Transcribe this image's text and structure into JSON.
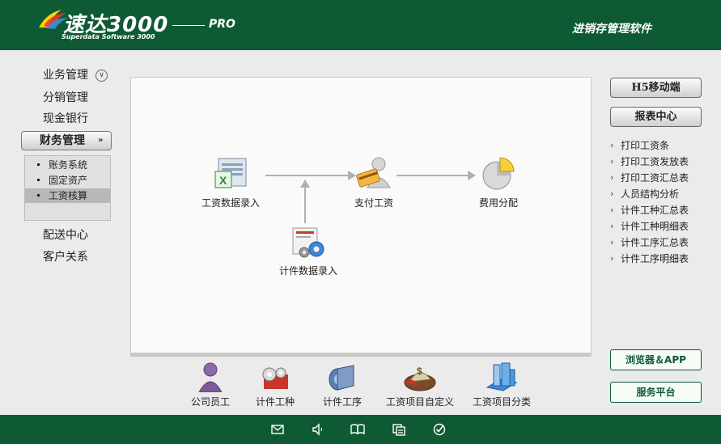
{
  "header": {
    "logo_name": "速达3000",
    "logo_edition": "PRO",
    "logo_subtitle": "Superdata Software 3000",
    "product_type": "进销存管理软件"
  },
  "left_nav": {
    "items": [
      {
        "label": "业务管理",
        "icon": "chevron-circle-down-icon"
      },
      {
        "label": "分销管理"
      },
      {
        "label": "现金银行"
      },
      {
        "label": "财务管理",
        "icon": "double-chevron-down-icon",
        "expanded": true
      },
      {
        "label": "配送中心"
      },
      {
        "label": "客户关系"
      }
    ],
    "finance_submenu": [
      {
        "label": "账务系统"
      },
      {
        "label": "固定资产"
      },
      {
        "label": "工资核算",
        "active": true
      }
    ]
  },
  "flowchart": {
    "nodes": [
      {
        "label": "工资数据录入",
        "icon": "spreadsheet-icon"
      },
      {
        "label": "支付工资",
        "icon": "card-payment-icon"
      },
      {
        "label": "费用分配",
        "icon": "pie-chart-icon"
      },
      {
        "label": "计件数据录入",
        "icon": "gear-form-icon"
      }
    ]
  },
  "bottom_toolbar": {
    "items": [
      {
        "label": "公司员工",
        "icon": "employee-icon"
      },
      {
        "label": "计件工种",
        "icon": "gears-icon"
      },
      {
        "label": "计件工序",
        "icon": "process-roll-icon"
      },
      {
        "label": "工资项目自定义",
        "icon": "money-bag-icon"
      },
      {
        "label": "工资项目分类",
        "icon": "category-folder-icon"
      }
    ]
  },
  "right_panel": {
    "h5_button": "H5移动端",
    "report_center_button": "报表中心",
    "reports": [
      "打印工资条",
      "打印工资发放表",
      "打印工资汇总表",
      "人员结构分析",
      "计件工种汇总表",
      "计件工种明细表",
      "计件工序汇总表",
      "计件工序明细表"
    ],
    "browser_app_button": "浏览器＆APP",
    "service_platform_button": "服务平台"
  },
  "footer": {
    "icons": [
      "mail-icon",
      "speaker-icon",
      "book-icon",
      "window-icon",
      "check-circle-icon"
    ]
  },
  "colors": {
    "brand_green": "#0e5a35",
    "background": "#ebebeb"
  }
}
